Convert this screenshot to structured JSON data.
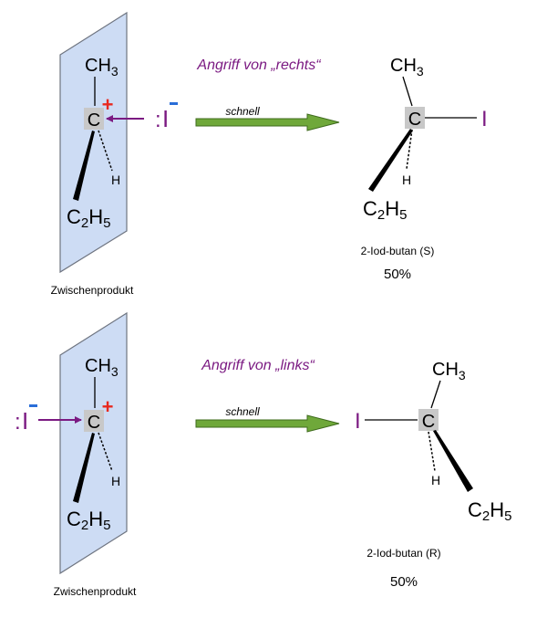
{
  "colors": {
    "plane_fill": "#cddcf4",
    "plane_stroke": "#6e7480",
    "carbon_box": "#c8c8c8",
    "iodine": "#7b1a82",
    "plus": "#e8281e",
    "minus": "#2a6ed8",
    "arrow_fill": "#6fa83a",
    "arrow_stroke": "#3f6b1e",
    "text": "#000000"
  },
  "top": {
    "intermediate": {
      "ch3": "CH",
      "ch3_sub": "3",
      "carbon": "C",
      "charge": "+",
      "h": "H",
      "c2h5_c": "C",
      "c2h5_sub1": "2",
      "c2h5_h": "H",
      "c2h5_sub2": "5",
      "nucleophile_colon": ":",
      "nucleophile": "I",
      "nucleophile_charge": "-",
      "label": "Zwischenprodukt"
    },
    "attack_label": "Angriff von „rechts“",
    "speed_label": "schnell",
    "product": {
      "ch3": "CH",
      "ch3_sub": "3",
      "carbon": "C",
      "iodine": "I",
      "h": "H",
      "c2h5_c": "C",
      "c2h5_sub1": "2",
      "c2h5_h": "H",
      "c2h5_sub2": "5",
      "name": "2-Iod-butan (S)",
      "yield": "50%"
    }
  },
  "bottom": {
    "intermediate": {
      "ch3": "CH",
      "ch3_sub": "3",
      "carbon": "C",
      "charge": "+",
      "h": "H",
      "c2h5_c": "C",
      "c2h5_sub1": "2",
      "c2h5_h": "H",
      "c2h5_sub2": "5",
      "nucleophile_colon": ":",
      "nucleophile": "I",
      "nucleophile_charge": "-",
      "label": "Zwischenprodukt"
    },
    "attack_label": "Angriff von „links“",
    "speed_label": "schnell",
    "product": {
      "ch3": "CH",
      "ch3_sub": "3",
      "carbon": "C",
      "iodine": "I",
      "h": "H",
      "c2h5_c": "C",
      "c2h5_sub1": "2",
      "c2h5_h": "H",
      "c2h5_sub2": "5",
      "name": "2-Iod-butan (R)",
      "yield": "50%"
    }
  }
}
